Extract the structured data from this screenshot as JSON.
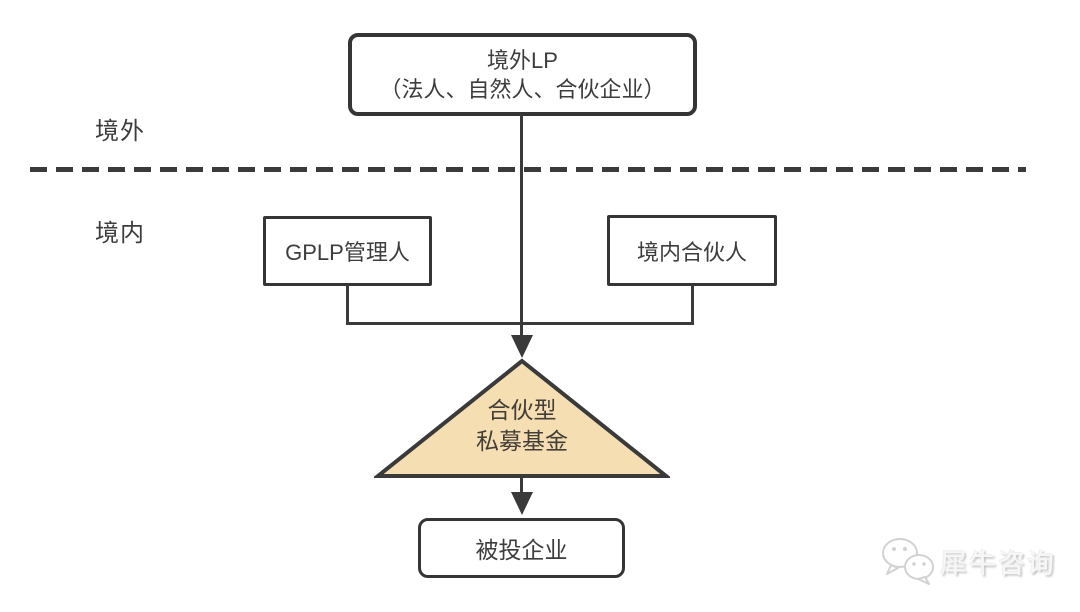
{
  "labels": {
    "offshore": "境外",
    "onshore": "境内"
  },
  "nodes": {
    "offshore_lp": {
      "title": "境外LP",
      "subtitle": "（法人、自然人、合伙企业）"
    },
    "gplp_manager": {
      "label": "GPLP管理人"
    },
    "domestic_partner": {
      "label": "境内合伙人"
    },
    "fund": {
      "line1": "合伙型",
      "line2": "私募基金"
    },
    "investee": {
      "label": "被投企业"
    }
  },
  "watermark": {
    "brand": "犀牛咨询",
    "icon": "wechat-icon"
  },
  "colors": {
    "line": "#3a3a3a",
    "text": "#3d3d3d",
    "triangle_fill": "#f6deb3",
    "triangle_stroke": "#3a3a3a",
    "background": "#ffffff",
    "watermark_gray": "#d2d2d2"
  }
}
